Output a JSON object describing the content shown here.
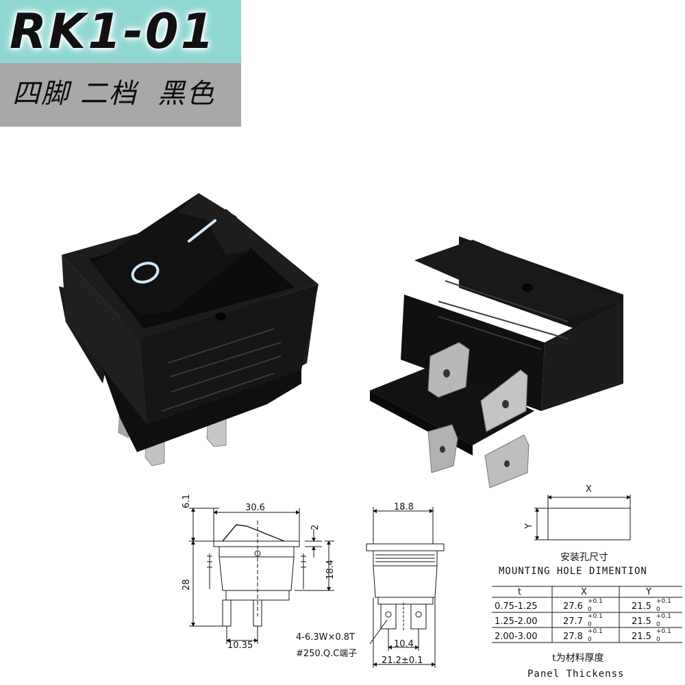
{
  "header": {
    "model": "RK1-01",
    "subtitle": "四脚 二档  黑色"
  },
  "photo": {
    "front_switch_marks": {
      "off": "O",
      "on": "I"
    }
  },
  "drawing": {
    "side_view": {
      "dim_top_width": "30.6",
      "dim_rocker_height": "6.1",
      "dim_rocker_offset": "2",
      "dim_total_height": "28",
      "dim_body_height": "18.4",
      "dim_terminal_spacing": "10.35"
    },
    "front_view": {
      "dim_top_width": "18.8",
      "dim_terminal_spacing": "10.4",
      "dim_body_width": "21.2±0.1",
      "terminal_note_1": "4-6.3W×0.8T",
      "terminal_note_2": "#250.Q.C端子"
    },
    "mounting": {
      "label_x": "X",
      "label_y": "Y",
      "title_cn": "安装孔尺寸",
      "title_en": "MOUNTING HOLE DIMENTION",
      "headers": [
        "t",
        "X",
        "Y"
      ],
      "rows": [
        {
          "t": "0.75-1.25",
          "x": "27.6",
          "x_tol_top": "+0.1",
          "x_tol_bot": "0",
          "y": "21.5",
          "y_tol_top": "+0.1",
          "y_tol_bot": "0"
        },
        {
          "t": "1.25-2.00",
          "x": "27.7",
          "x_tol_top": "+0.1",
          "x_tol_bot": "0",
          "y": "21.5",
          "y_tol_top": "+0.1",
          "y_tol_bot": "0"
        },
        {
          "t": "2.00-3.00",
          "x": "27.8",
          "x_tol_top": "+0.1",
          "x_tol_bot": "0",
          "y": "21.5",
          "y_tol_top": "+0.1",
          "y_tol_bot": "0"
        }
      ],
      "footnote_cn": "t为材料厚度",
      "footnote_en": "Panel Thickenss"
    }
  },
  "colors": {
    "title_bg": "#8fd6d2",
    "subtitle_bg": "#a8a8a8",
    "switch_body": "#141414",
    "mark_color": "#cfe9ff"
  }
}
